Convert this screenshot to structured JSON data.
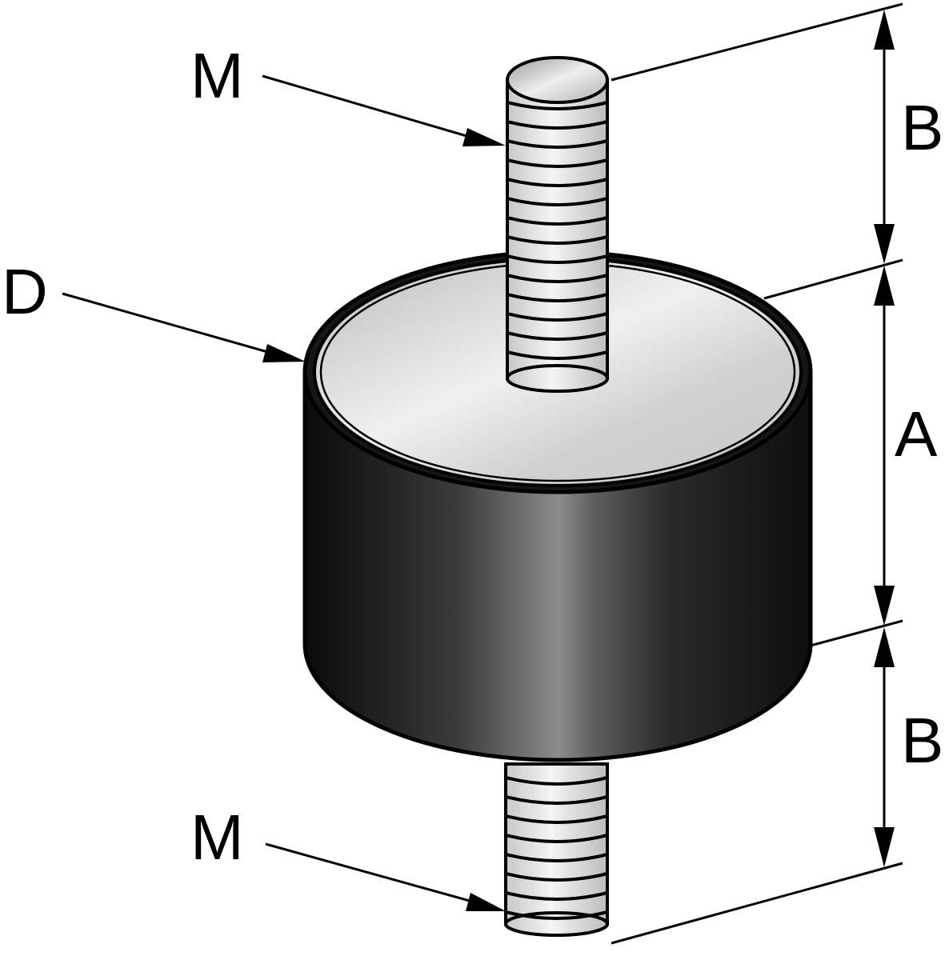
{
  "labels": {
    "thread_top": "M",
    "thread_bottom": "M",
    "diameter": "D",
    "stud_length_top": "B",
    "body_height": "A",
    "stud_length_bottom": "B"
  },
  "colors": {
    "rubber_dark": "#111111",
    "rubber_highlight": "#8a8a8a",
    "metal_light": "#f2f2f2",
    "metal_mid": "#c4c4c4",
    "outline": "#000000"
  }
}
